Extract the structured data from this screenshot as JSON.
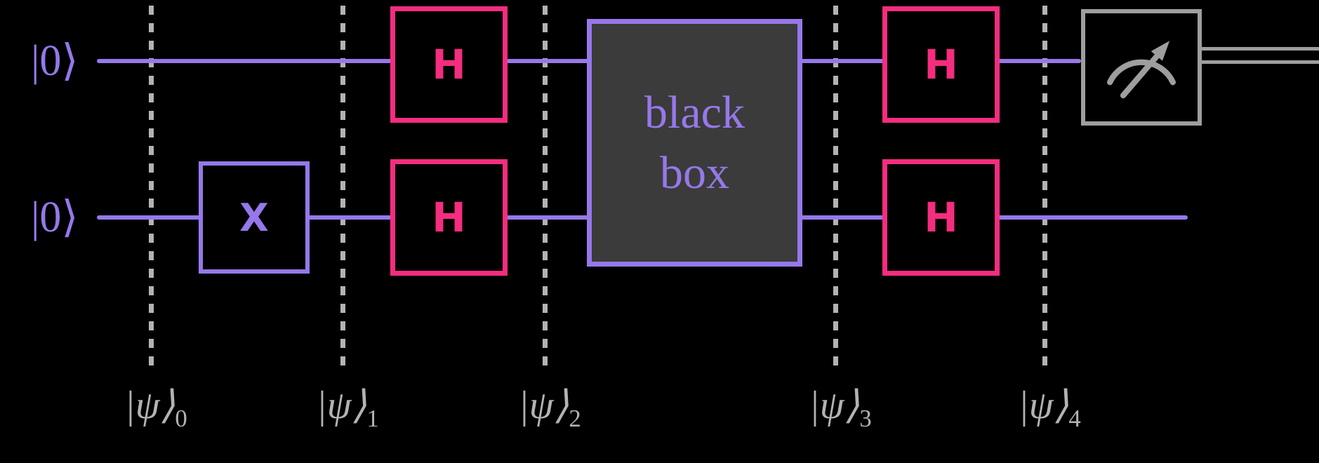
{
  "colors": {
    "bg": "#000000",
    "purple": "#9678ea",
    "pink": "#f52d7e",
    "gray": "#b3b3b3",
    "meter-gray": "#9e9e9e",
    "blackbox-fill": "#3b3b3b"
  },
  "qubits": [
    {
      "label": "|0⟩"
    },
    {
      "label": "|0⟩"
    }
  ],
  "gates": {
    "x_label": "X",
    "h_label": "H",
    "black_box_line1": "black",
    "black_box_line2": "box"
  },
  "barriers": [
    {
      "base": "|ψ⟩",
      "sub": "0"
    },
    {
      "base": "|ψ⟩",
      "sub": "1"
    },
    {
      "base": "|ψ⟩",
      "sub": "2"
    },
    {
      "base": "|ψ⟩",
      "sub": "3"
    },
    {
      "base": "|ψ⟩",
      "sub": "4"
    }
  ],
  "icons": {
    "measurement": "meter-icon"
  }
}
